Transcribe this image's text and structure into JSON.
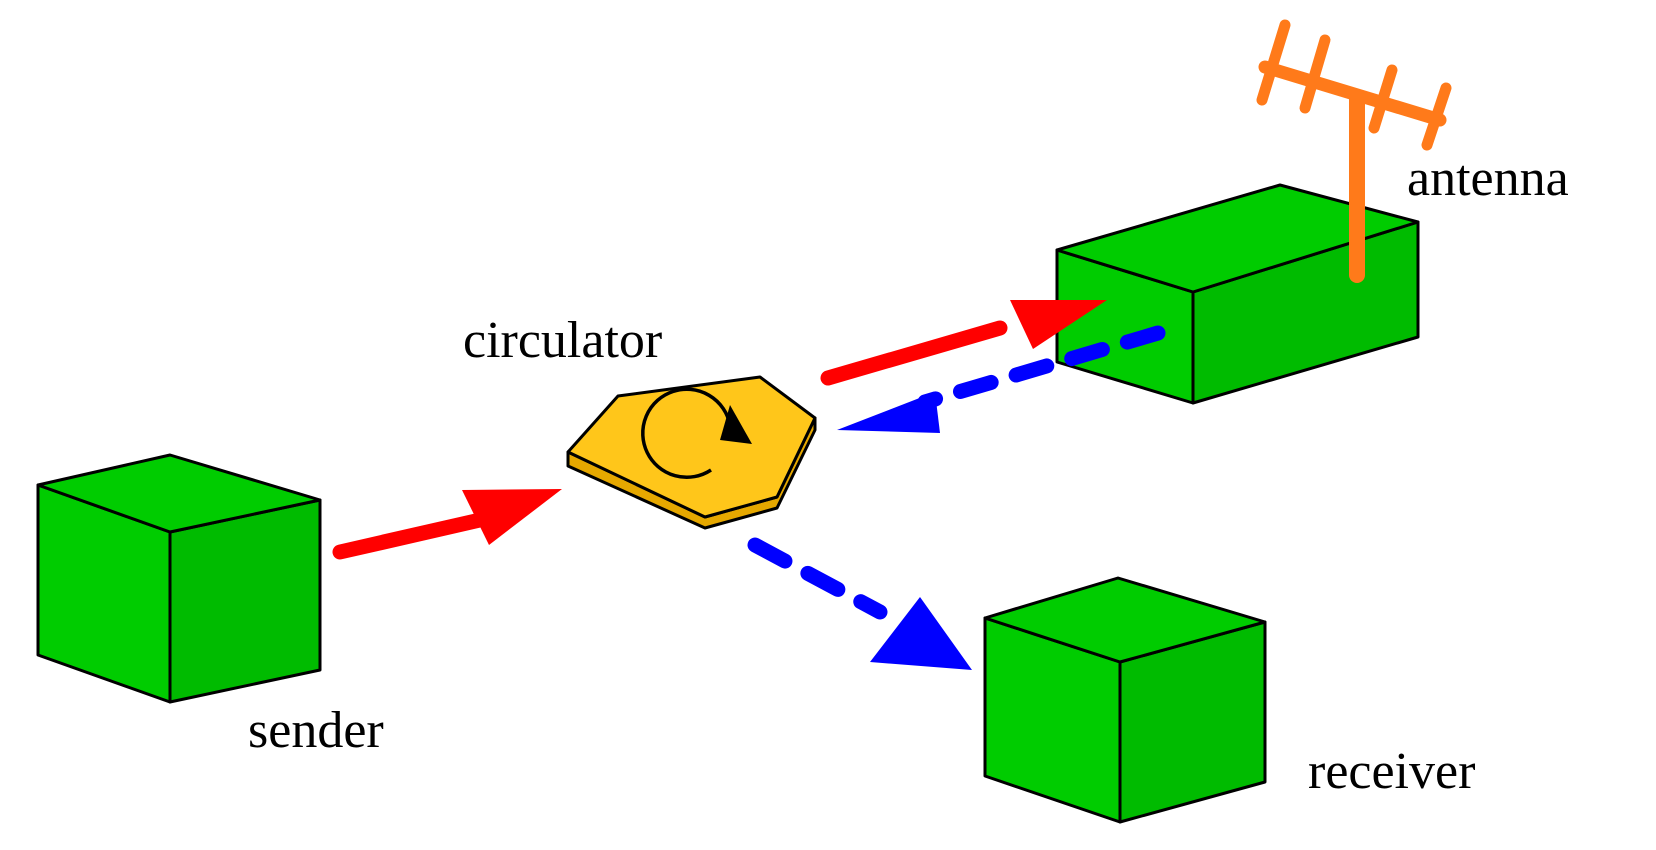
{
  "labels": {
    "sender": "sender",
    "receiver": "receiver",
    "circulator": "circulator",
    "antenna": "antenna"
  },
  "colors": {
    "box_front": "#00cc00",
    "box_top": "#00cc00",
    "box_side": "#00bb00",
    "circulator_top": "#ffc61a",
    "circulator_edge": "#e6a800",
    "antenna": "#ff7a1a",
    "transmit_arrow": "#ff0000",
    "receive_arrow": "#0000ff"
  },
  "icons": {
    "circulator_direction": "clockwise-arrow-icon"
  }
}
